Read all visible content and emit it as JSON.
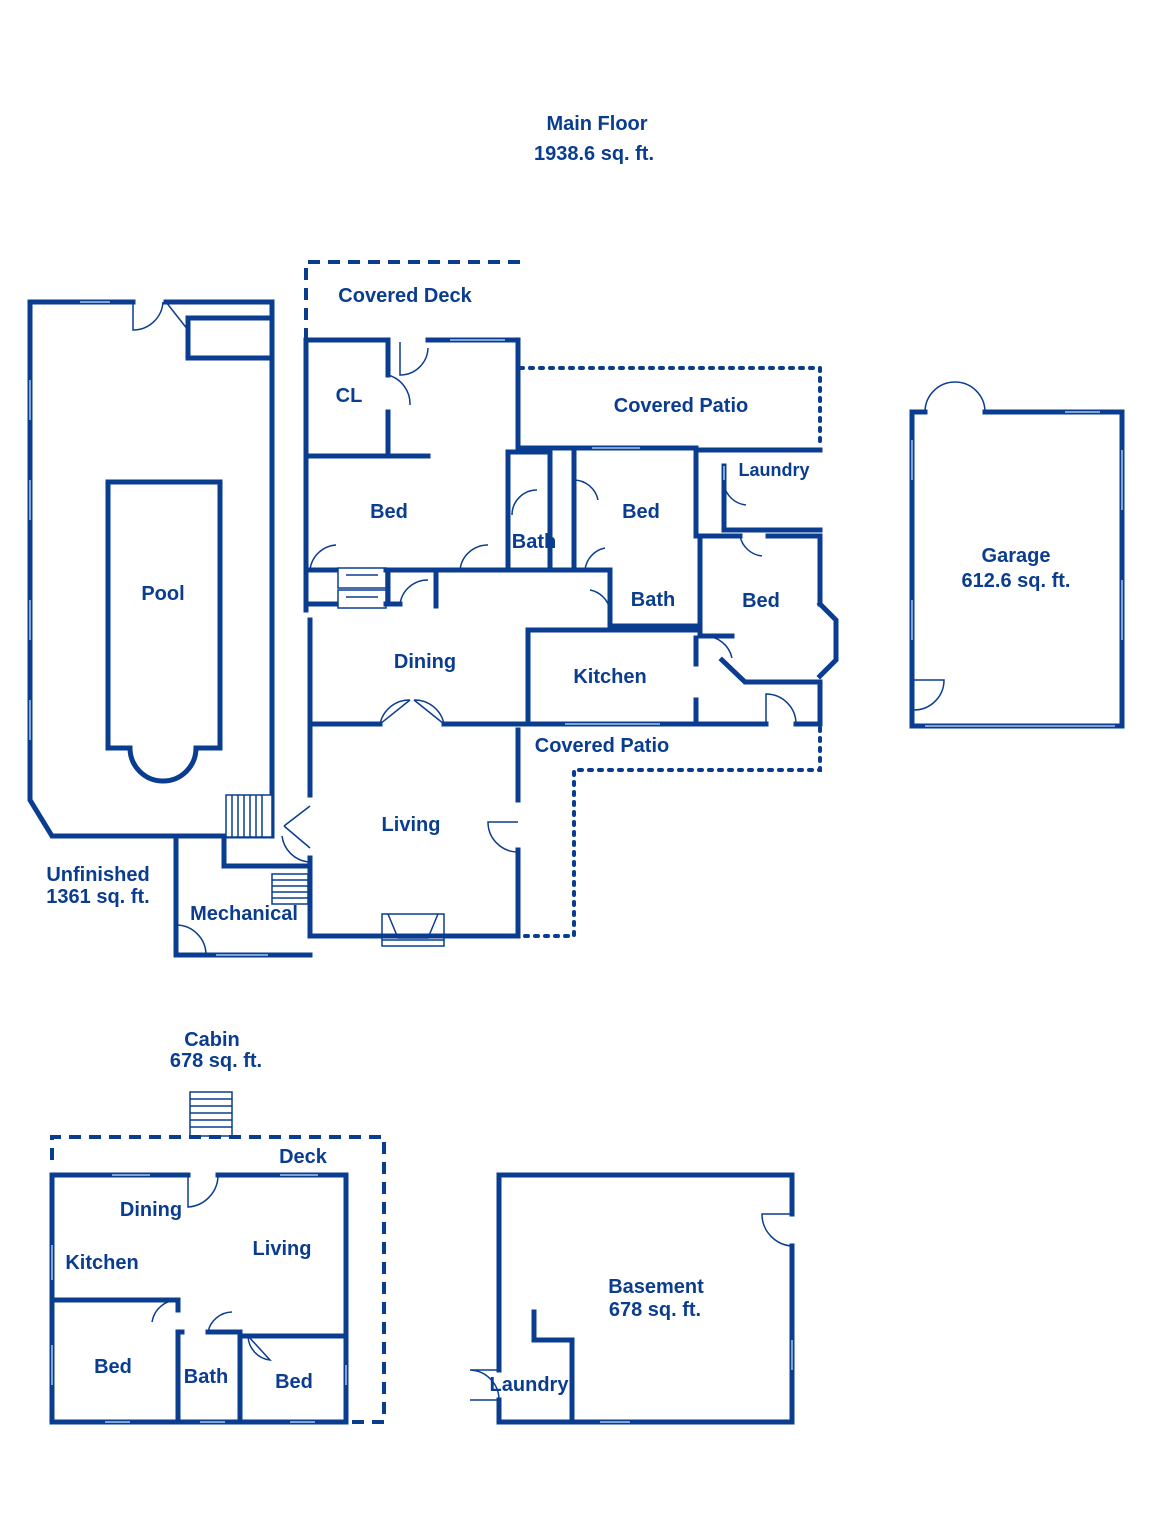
{
  "main_floor": {
    "title": "Main Floor",
    "area": "1938.6 sq. ft."
  },
  "rooms": {
    "covered_deck": "Covered Deck",
    "cl": "CL",
    "covered_patio_top": "Covered Patio",
    "laundry_main": "Laundry",
    "bed_1": "Bed",
    "bath_1": "Bath",
    "bed_2": "Bed",
    "bath_2": "Bath",
    "bed_3": "Bed",
    "dining": "Dining",
    "kitchen": "Kitchen",
    "covered_patio_bottom": "Covered Patio",
    "living": "Living",
    "pool": "Pool",
    "unfinished": "Unfinished",
    "unfinished_area": "1361 sq. ft.",
    "mechanical": "Mechanical",
    "garage": "Garage",
    "garage_area": "612.6 sq. ft."
  },
  "cabin": {
    "title": "Cabin",
    "area": "678 sq. ft.",
    "deck": "Deck",
    "dining": "Dining",
    "kitchen": "Kitchen",
    "living": "Living",
    "bed_left": "Bed",
    "bath": "Bath",
    "bed_right": "Bed"
  },
  "basement": {
    "title": "Basement",
    "area": "678 sq. ft.",
    "laundry": "Laundry"
  },
  "colors": {
    "wall": "#0a3d8f",
    "window": "#7fa3d6",
    "background": "#ffffff"
  }
}
